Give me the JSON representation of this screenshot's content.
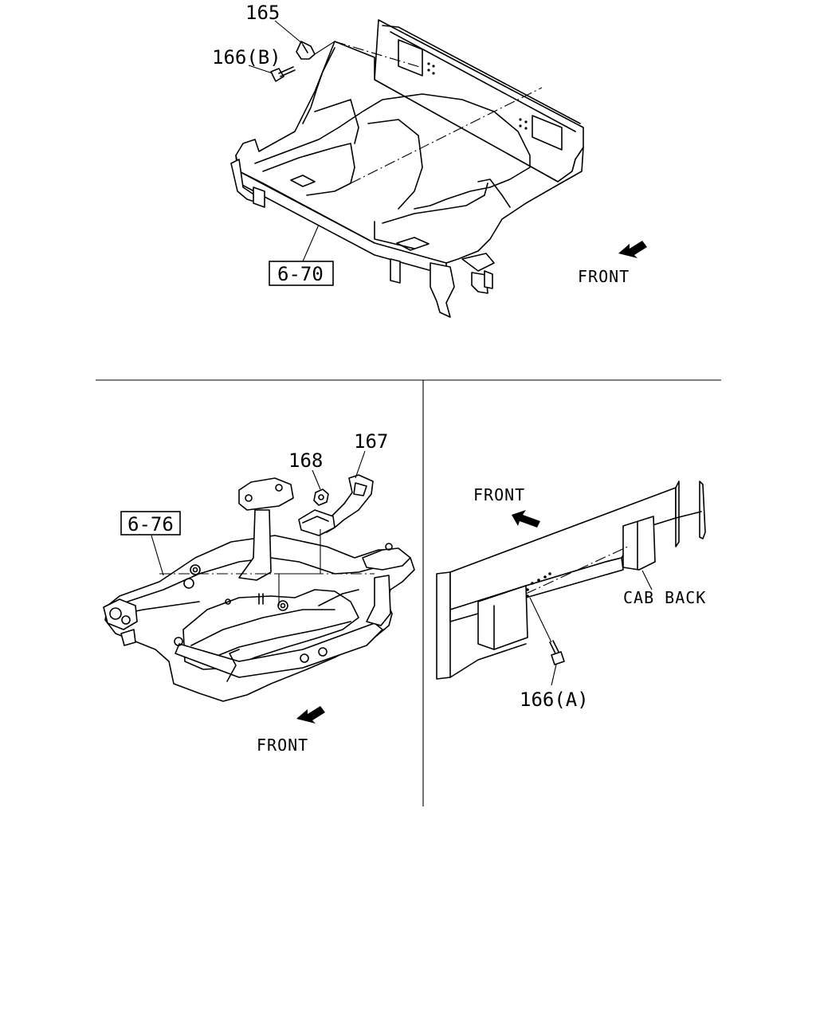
{
  "top_view": {
    "part_165": "165",
    "part_166b": "166(B)",
    "ref_box": "6-70",
    "front_label": "FRONT"
  },
  "bottom_left_view": {
    "part_167": "167",
    "part_168": "168",
    "ref_box": "6-76",
    "front_label": "FRONT"
  },
  "bottom_right_view": {
    "front_label": "FRONT",
    "cab_back_label": "CAB BACK",
    "part_166a": "166(A)"
  },
  "icons": [
    "front-arrow-icon",
    "bolt-icon",
    "nut-icon",
    "bracket-icon"
  ]
}
